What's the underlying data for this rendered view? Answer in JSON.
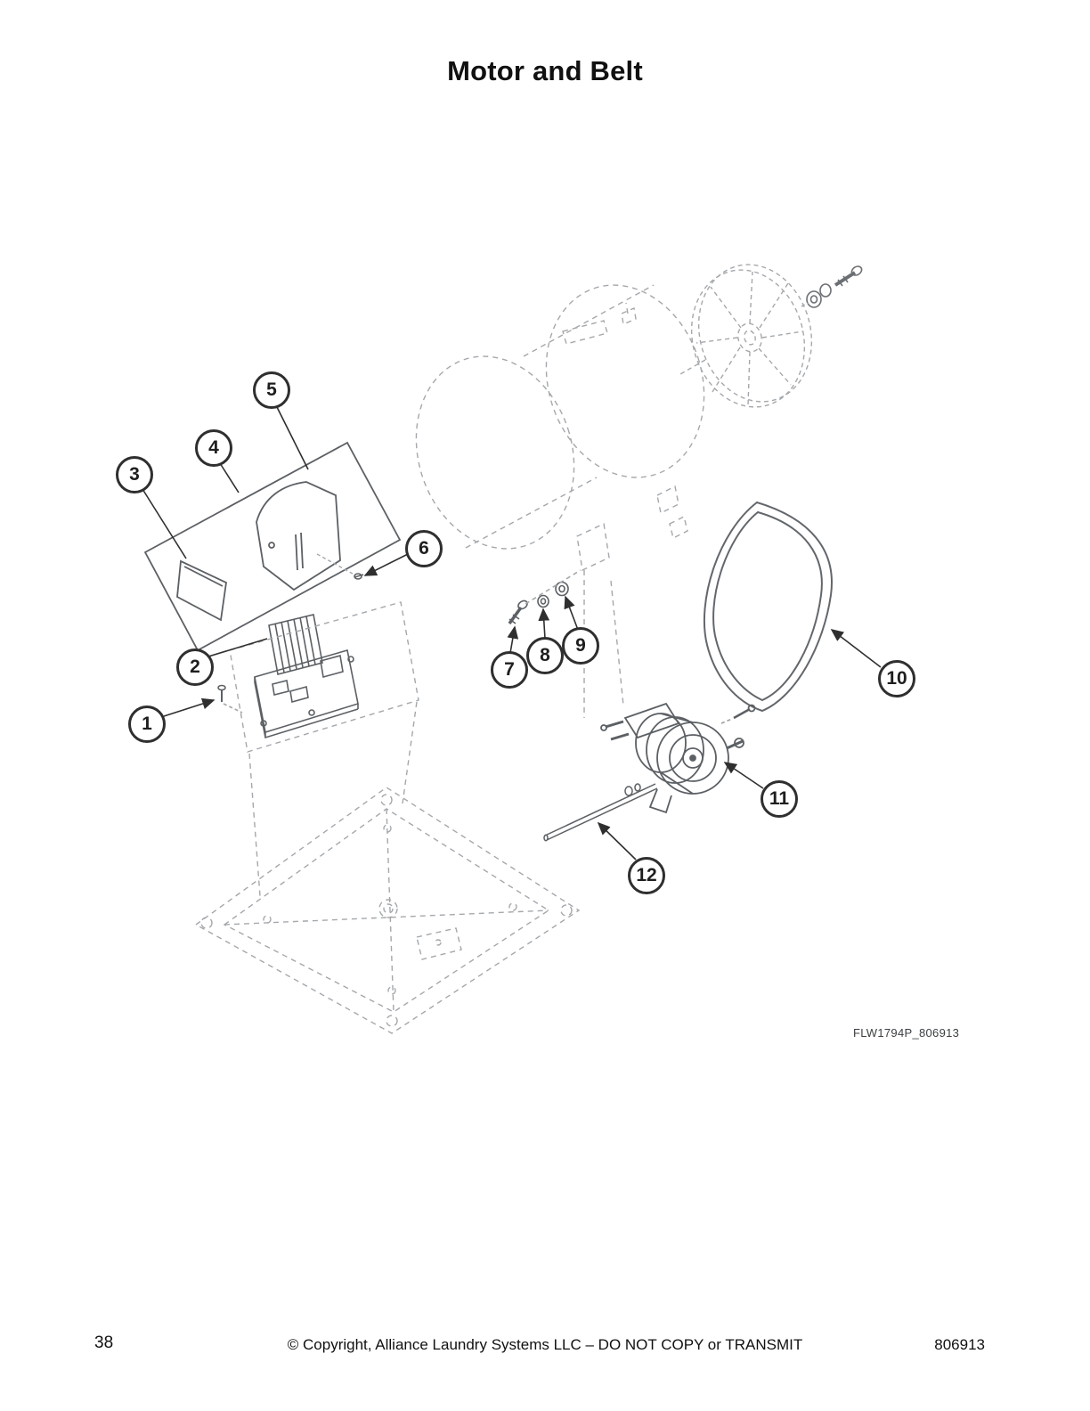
{
  "page": {
    "title": "Motor and Belt",
    "figure_code": "FLW1794P_806913",
    "footer": {
      "page_number": "38",
      "copyright": "© Copyright, Alliance Laundry Systems LLC – DO NOT COPY or TRANSMIT",
      "doc_number": "806913"
    }
  },
  "diagram": {
    "description": "Exploded parts view of washer motor and belt assembly",
    "callouts": [
      {
        "label": "1"
      },
      {
        "label": "2"
      },
      {
        "label": "3"
      },
      {
        "label": "4"
      },
      {
        "label": "5"
      },
      {
        "label": "6"
      },
      {
        "label": "7"
      },
      {
        "label": "8"
      },
      {
        "label": "9"
      },
      {
        "label": "10"
      },
      {
        "label": "11"
      },
      {
        "label": "12"
      }
    ]
  }
}
